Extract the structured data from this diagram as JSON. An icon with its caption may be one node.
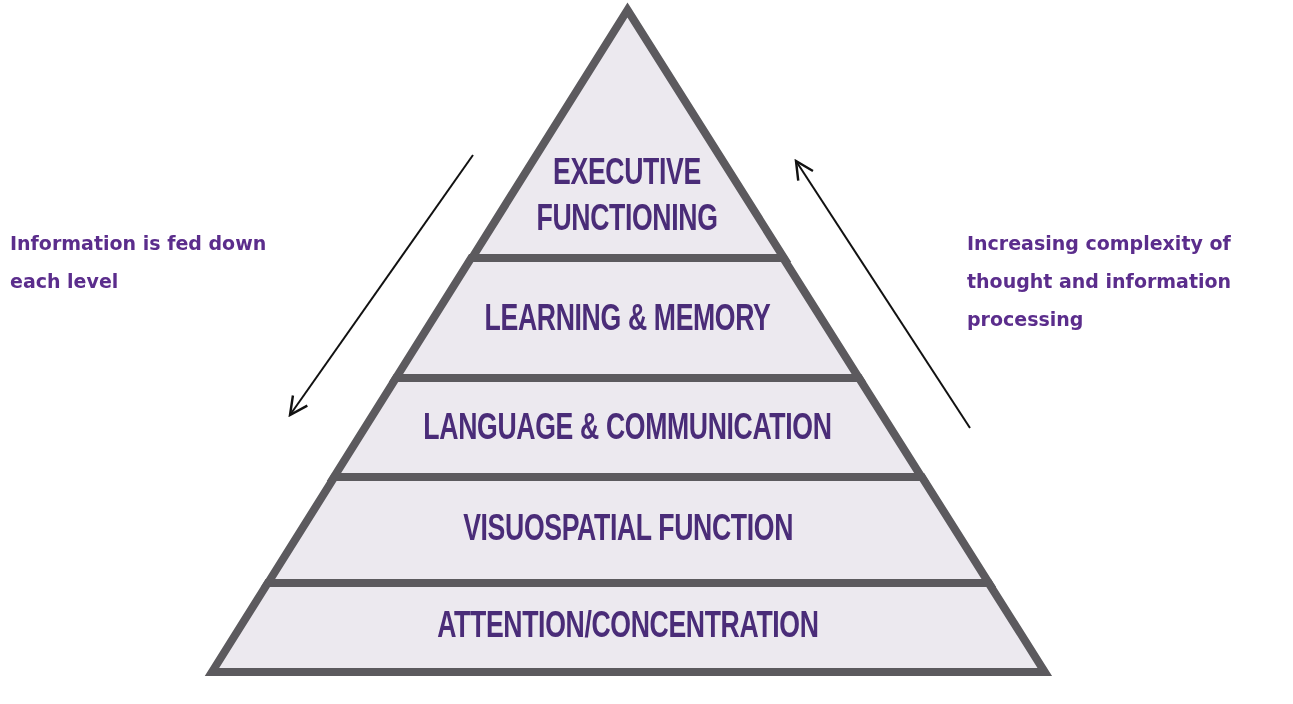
{
  "diagram": {
    "nodes": [
      {
        "text": [
          "EXECUTIVE FUNCTIONING"
        ]
      },
      {
        "text": [
          "LEARNING & MEMORY"
        ]
      },
      {
        "text": [
          "LANGUAGE & COMMUNICATION"
        ]
      },
      {
        "text": [
          "VISUOSPATIAL FUNCTION"
        ]
      },
      {
        "text": [
          "ATTENTION/CONCENTRATION"
        ]
      }
    ],
    "labels": [
      "Information is fed down each level",
      "Increasing complexity of thought and information processing"
    ]
  }
}
